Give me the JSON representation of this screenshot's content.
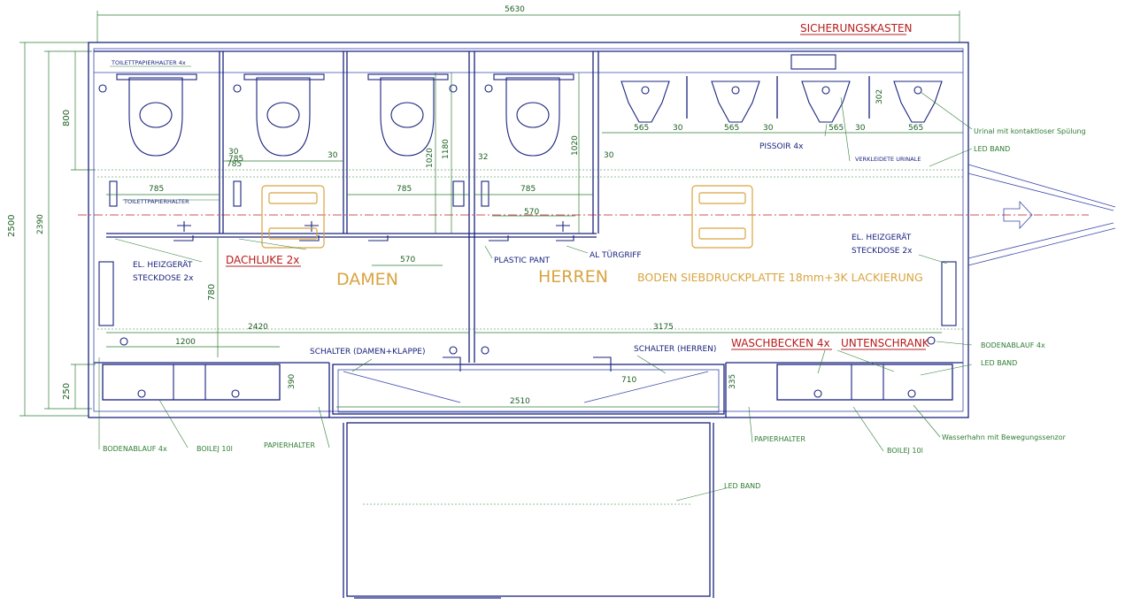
{
  "dimensions": {
    "total_length": "5630",
    "total_height": "2500",
    "inner_height": "2390",
    "cabin_depth": "800",
    "mid_depth": "780",
    "basin_depth": "250",
    "stall_width_1": "785",
    "stall_width_2": "785",
    "stall_width_3": "785",
    "stall_width_4": "785",
    "stall_width_5": "785",
    "gap_30_a": "30",
    "gap_30_b": "30",
    "gap_32": "32",
    "gap_30_c": "30",
    "door_570_a": "570",
    "door_570_b": "570",
    "h_1020_a": "1020",
    "h_1180": "1180",
    "h_1020_b": "1020",
    "urinal_565_a": "565",
    "urinal_30_a": "30",
    "urinal_565_b": "565",
    "urinal_30_b": "30",
    "urinal_565_c": "565",
    "urinal_30_c": "30",
    "urinal_565_d": "565",
    "urinal_302": "302",
    "damen_length": "2420",
    "herren_length": "3175",
    "basin_1200": "1200",
    "entrance_2510": "2510",
    "entrance_390": "390",
    "entrance_335": "335",
    "entrance_710": "710"
  },
  "labels": {
    "sicherungskasten": "SICHERUNGSKASTEN",
    "toilettenpapierhalter_top": "TOILETTPAPIERHALTER 4x",
    "toilettenpapierhalter_mid": "TOILETTPAPIERHALTER",
    "heizgeraet_left_1": "EL. HEIZGERÄT",
    "heizgeraet_left_2": "STECKDOSE 2x",
    "dachluke": "DACHLUKE 2x",
    "damen": "DAMEN",
    "herren": "HERREN",
    "plastic_pant": "PLASTIC PANT",
    "al_tuergriff": "AL TÜRGRIFF",
    "boden": "BODEN SIEBDRUCKPLATTE 18mm+3K LACKIERUNG",
    "pissoir": "PISSOIR 4x",
    "verkleidete_urinale": "VERKLEIDETE URINALE",
    "urinal_spuelung": "Urinal mit kontaktloser Spülung",
    "led_band_top": "LED BAND",
    "heizgeraet_right_1": "EL. HEIZGERÄT",
    "heizgeraet_right_2": "STECKDOSE 2x",
    "schalter_damen": "SCHALTER (DAMEN+KLAPPE)",
    "schalter_herren": "SCHALTER (HERREN)",
    "waschbecken": "WASCHBECKEN 4x",
    "unterschrank": "UNTENSCHRANK",
    "bodenablauf_right": "BODENABLAUF 4x",
    "led_band_right": "LED BAND",
    "bodenablauf_left": "BODENABLAUF 4x",
    "boilej_left": "BOILEJ 10l",
    "papierhalter_left": "PAPIERHALTER",
    "papierhalter_right": "PAPIERHALTER",
    "boilej_right": "BOILEJ 10l",
    "wasserhahn": "Wasserhahn mit Bewegungssenzor",
    "led_band_bottom": "LED BAND"
  },
  "colors": {
    "walls": "#1a237e",
    "dimensions": "#2e7d32",
    "centerline": "#b71c1c",
    "room_labels": "#d9a441",
    "callouts_red": "#b71c1c"
  }
}
